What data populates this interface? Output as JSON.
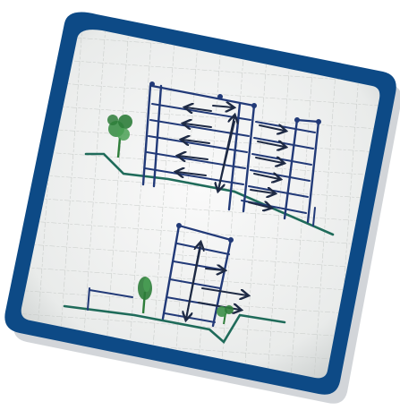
{
  "colors": {
    "background": "#ffffff",
    "frame": "#0d4a86",
    "frame_shadow": "#6f7f8e",
    "paper": "#f3f4f2",
    "grid": "#c6cac7",
    "ink": "#223a78",
    "ink_dark": "#1e2a44",
    "ground": "#1f6b5a",
    "tree": "#2e7d3a"
  },
  "icons": {
    "frame": "rounded-square-frame",
    "sketch_top": "building-section-with-arrows",
    "sketch_bottom": "building-section-with-arrows",
    "trees": "tree-icon"
  }
}
